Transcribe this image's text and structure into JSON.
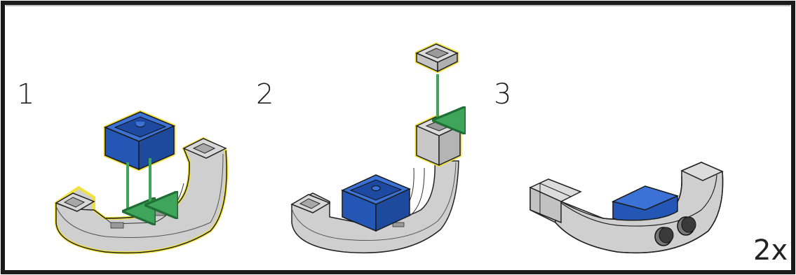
{
  "steps": [
    {
      "number": "1"
    },
    {
      "number": "2"
    },
    {
      "number": "3"
    }
  ],
  "quantity_label": "2x",
  "colors": {
    "brick_blue": "#2a5fc4",
    "frame_gray": "#c4c4c4",
    "arrow_green": "#3ea55a",
    "highlight_yellow": "#f1e23a",
    "border": "#1a1a1a"
  }
}
